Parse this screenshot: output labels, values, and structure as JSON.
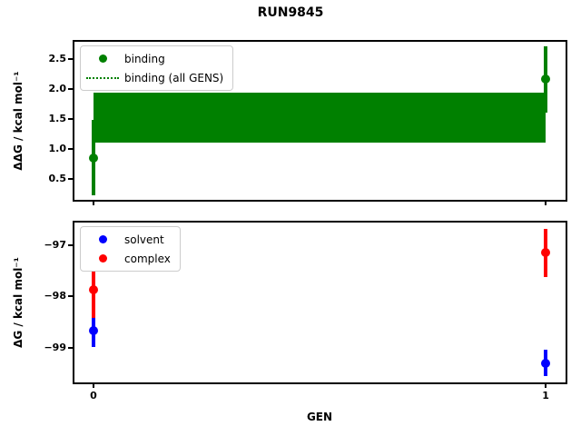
{
  "title": "RUN9845",
  "xlabel": "GEN",
  "colors": {
    "binding": "#008000",
    "solvent": "#0000ff",
    "complex": "#ff0000",
    "frame": "#000000",
    "legend_border": "#cccccc",
    "background": "#ffffff"
  },
  "chart_data": [
    {
      "type": "scatter",
      "ylabel": "ΔΔG / kcal mol⁻¹",
      "xlim": [
        -0.042,
        1.044
      ],
      "ylim": [
        0.16,
        2.78
      ],
      "yticks": [
        0.5,
        1.0,
        1.5,
        2.0,
        2.5
      ],
      "ytick_labels": [
        "0.5",
        "1.0",
        "1.5",
        "2.0",
        "2.5"
      ],
      "xticks": [
        0,
        1
      ],
      "legend": [
        "binding",
        "binding (all GENS)"
      ],
      "legend_position": "upper left",
      "grid": false,
      "series": [
        {
          "name": "binding",
          "color": "#008000",
          "x": [
            0,
            1
          ],
          "y": [
            0.86,
            2.16
          ],
          "yerr": [
            0.63,
            0.55
          ]
        }
      ],
      "band": {
        "name": "binding (all GENS)",
        "color": "#008000",
        "x": [
          0,
          1
        ],
        "lo": 1.11,
        "hi": 1.93,
        "center": 1.52,
        "line_style": "dotted"
      }
    },
    {
      "type": "scatter",
      "ylabel": "ΔG / kcal mol⁻¹",
      "xlim": [
        -0.042,
        1.044
      ],
      "ylim": [
        -99.68,
        -96.56
      ],
      "yticks": [
        -97,
        -98,
        -99
      ],
      "ytick_labels": [
        "−97",
        "−98",
        "−99"
      ],
      "xticks": [
        0,
        1
      ],
      "xtick_labels": [
        "0",
        "1"
      ],
      "legend": [
        "solvent",
        "complex"
      ],
      "legend_position": "upper left",
      "grid": false,
      "series": [
        {
          "name": "solvent",
          "color": "#0000ff",
          "x": [
            0,
            1
          ],
          "y": [
            -98.67,
            -99.3
          ],
          "yerr": [
            0.32,
            0.26
          ]
        },
        {
          "name": "complex",
          "color": "#ff0000",
          "x": [
            0,
            1
          ],
          "y": [
            -97.88,
            -97.15
          ],
          "yerr": [
            0.55,
            0.47
          ]
        }
      ]
    }
  ]
}
